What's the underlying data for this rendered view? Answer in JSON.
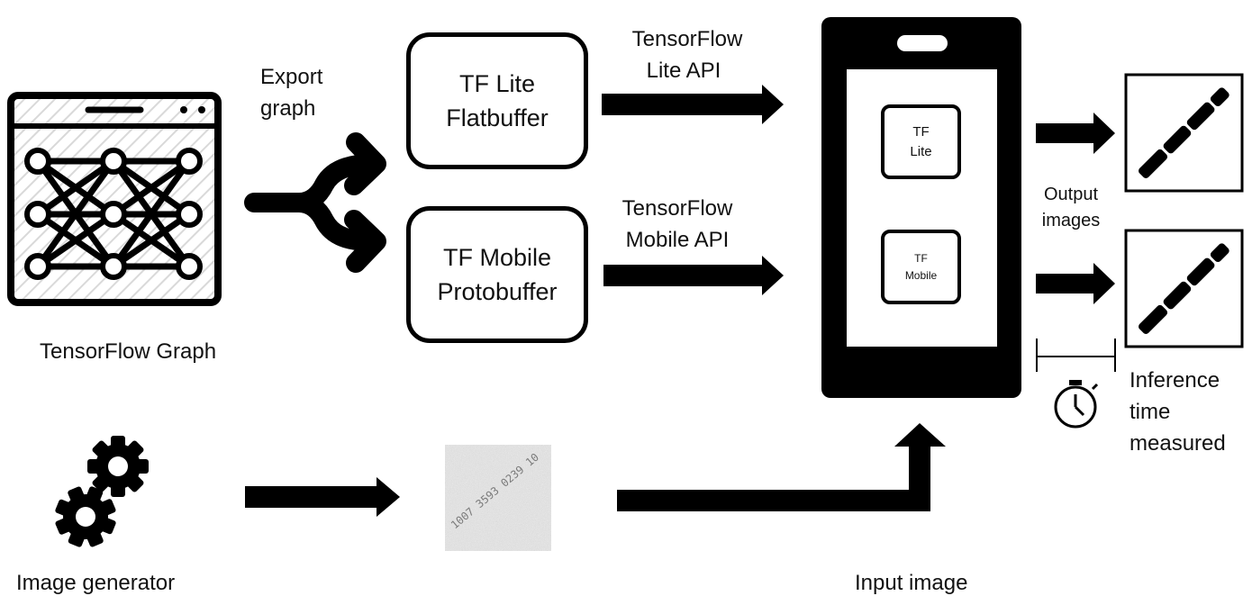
{
  "graph": {
    "caption": "TensorFlow Graph"
  },
  "export": {
    "line1": "Export",
    "line2": "graph"
  },
  "lite_box": {
    "line1": "TF Lite",
    "line2": "Flatbuffer"
  },
  "mobile_box": {
    "line1": "TF Mobile",
    "line2": "Protobuffer"
  },
  "lite_api": {
    "line1": "TensorFlow",
    "line2": "Lite API"
  },
  "mobile_api": {
    "line1": "TensorFlow",
    "line2": "Mobile API"
  },
  "phone": {
    "chip_lite": {
      "line1": "TF",
      "line2": "Lite"
    },
    "chip_mobile": {
      "line1": "TF",
      "line2": "Mobile"
    }
  },
  "output": {
    "line1": "Output",
    "line2": "images"
  },
  "inference": {
    "line1": "Inference",
    "line2": "time",
    "line3": "measured"
  },
  "generator": {
    "caption": "Image generator"
  },
  "input": {
    "caption": "Input image",
    "sample_text": "1007 3593 0239 10"
  },
  "colors": {
    "ink": "#000000",
    "bg": "#ffffff",
    "noise": "#d6d6d6"
  }
}
